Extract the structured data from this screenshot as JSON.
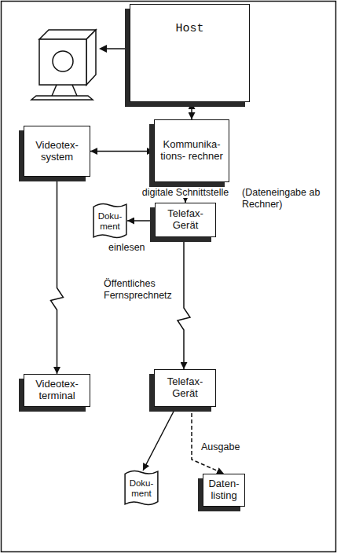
{
  "diagram": {
    "nodes": [
      {
        "text": [
          "Host"
        ]
      },
      {
        "text": [
          "Videotex- system"
        ]
      },
      {
        "text": [
          "Kommunika- tions- rechner"
        ]
      },
      {
        "text": [
          "Doku- ment"
        ]
      },
      {
        "text": [
          "Telefax- Gerät"
        ]
      },
      {
        "text": [
          "Videotex- terminal"
        ]
      },
      {
        "text": [
          "Telefax- Gerät"
        ]
      },
      {
        "text": [
          "Doku- ment"
        ]
      },
      {
        "text": [
          "Daten- listing"
        ]
      }
    ],
    "edges": [
      {
        "from": 0,
        "to": 2,
        "arrow": "both"
      },
      {
        "from": 1,
        "to": 2,
        "arrow": "both"
      },
      {
        "from": 2,
        "to": 4,
        "label": "digitale Schnittstelle",
        "arrow": "to"
      },
      {
        "from": 4,
        "to": 3,
        "arrow": "to"
      },
      {
        "from": 1,
        "to": 5,
        "arrow": "to"
      },
      {
        "from": 4,
        "to": 6,
        "arrow": "to"
      },
      {
        "from": 6,
        "to": 7,
        "arrow": "to"
      },
      {
        "from": 6,
        "to": 8,
        "arrow": "to"
      }
    ],
    "labels": [
      "(Dateneingabe ab Rechner)",
      "einlesen",
      "Öffentliches Fernsprechnetz",
      "Ausgabe"
    ]
  }
}
